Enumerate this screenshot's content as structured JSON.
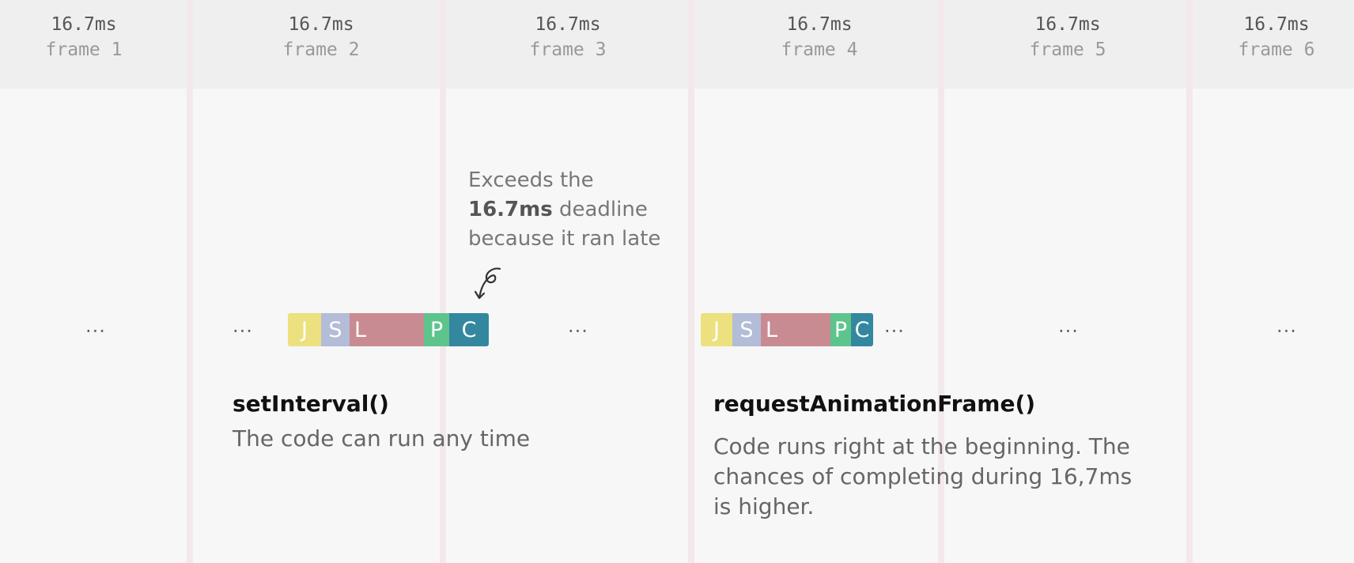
{
  "frames": [
    {
      "duration": "16.7ms",
      "label": "frame 1"
    },
    {
      "duration": "16.7ms",
      "label": "frame 2"
    },
    {
      "duration": "16.7ms",
      "label": "frame 3"
    },
    {
      "duration": "16.7ms",
      "label": "frame 4"
    },
    {
      "duration": "16.7ms",
      "label": "frame 5"
    },
    {
      "duration": "16.7ms",
      "label": "frame 6"
    }
  ],
  "ellipsis": "...",
  "segments": {
    "j": "J",
    "s": "S",
    "l": "L",
    "p": "P",
    "c": "C"
  },
  "annotation": {
    "prefix": "Exceeds the ",
    "emphasis": "16.7ms",
    "suffix": " deadline because it ran late"
  },
  "set_interval": {
    "heading": "setInterval()",
    "description": "The code can run any time"
  },
  "raf": {
    "heading": "requestAnimationFrame()",
    "description": "Code runs right at the beginning. The chances of completing during 16,7ms is higher."
  }
}
